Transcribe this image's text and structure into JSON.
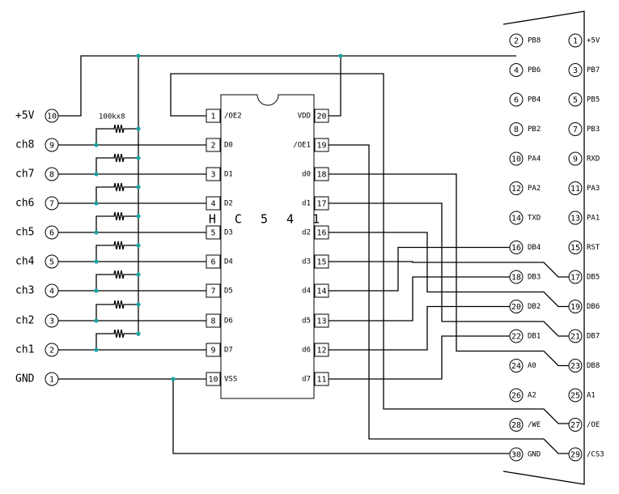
{
  "chip": {
    "name": "HC541"
  },
  "resistor_label": "100kx8",
  "inputs": [
    {
      "name": "+5V",
      "pin": "10"
    },
    {
      "name": "ch8",
      "pin": "9"
    },
    {
      "name": "ch7",
      "pin": "8"
    },
    {
      "name": "ch6",
      "pin": "7"
    },
    {
      "name": "ch5",
      "pin": "6"
    },
    {
      "name": "ch4",
      "pin": "5"
    },
    {
      "name": "ch3",
      "pin": "4"
    },
    {
      "name": "ch2",
      "pin": "3"
    },
    {
      "name": "ch1",
      "pin": "2"
    },
    {
      "name": "GND",
      "pin": "1"
    }
  ],
  "ic_left_pins": [
    {
      "num": "1",
      "name": "/OE2"
    },
    {
      "num": "2",
      "name": "D0"
    },
    {
      "num": "3",
      "name": "D1"
    },
    {
      "num": "4",
      "name": "D2"
    },
    {
      "num": "5",
      "name": "D3"
    },
    {
      "num": "6",
      "name": "D4"
    },
    {
      "num": "7",
      "name": "D5"
    },
    {
      "num": "8",
      "name": "D6"
    },
    {
      "num": "9",
      "name": "D7"
    },
    {
      "num": "10",
      "name": "VSS"
    }
  ],
  "ic_right_pins": [
    {
      "num": "20",
      "name": "VDD"
    },
    {
      "num": "19",
      "name": "/OE1"
    },
    {
      "num": "18",
      "name": "d0"
    },
    {
      "num": "17",
      "name": "d1"
    },
    {
      "num": "16",
      "name": "d2"
    },
    {
      "num": "15",
      "name": "d3"
    },
    {
      "num": "14",
      "name": "d4"
    },
    {
      "num": "13",
      "name": "d5"
    },
    {
      "num": "12",
      "name": "d6"
    },
    {
      "num": "11",
      "name": "d7"
    }
  ],
  "connector": {
    "left": [
      {
        "num": "2",
        "name": "PB8"
      },
      {
        "num": "4",
        "name": "PB6"
      },
      {
        "num": "6",
        "name": "PB4"
      },
      {
        "num": "8",
        "name": "PB2"
      },
      {
        "num": "10",
        "name": "PA4"
      },
      {
        "num": "12",
        "name": "PA2"
      },
      {
        "num": "14",
        "name": "TXD"
      },
      {
        "num": "16",
        "name": "DB4"
      },
      {
        "num": "18",
        "name": "DB3"
      },
      {
        "num": "20",
        "name": "DB2"
      },
      {
        "num": "22",
        "name": "DB1"
      },
      {
        "num": "24",
        "name": "A0"
      },
      {
        "num": "26",
        "name": "A2"
      },
      {
        "num": "28",
        "name": "/WE"
      },
      {
        "num": "30",
        "name": "GND"
      }
    ],
    "right": [
      {
        "num": "1",
        "name": "+5V"
      },
      {
        "num": "3",
        "name": "PB7"
      },
      {
        "num": "5",
        "name": "PB5"
      },
      {
        "num": "7",
        "name": "PB3"
      },
      {
        "num": "9",
        "name": "RXD"
      },
      {
        "num": "11",
        "name": "PA3"
      },
      {
        "num": "13",
        "name": "PA1"
      },
      {
        "num": "15",
        "name": "RST"
      },
      {
        "num": "17",
        "name": "DB5"
      },
      {
        "num": "19",
        "name": "DB6"
      },
      {
        "num": "21",
        "name": "DB7"
      },
      {
        "num": "23",
        "name": "DB8"
      },
      {
        "num": "25",
        "name": "A1"
      },
      {
        "num": "27",
        "name": "/OE"
      },
      {
        "num": "29",
        "name": "/CS3"
      }
    ]
  }
}
